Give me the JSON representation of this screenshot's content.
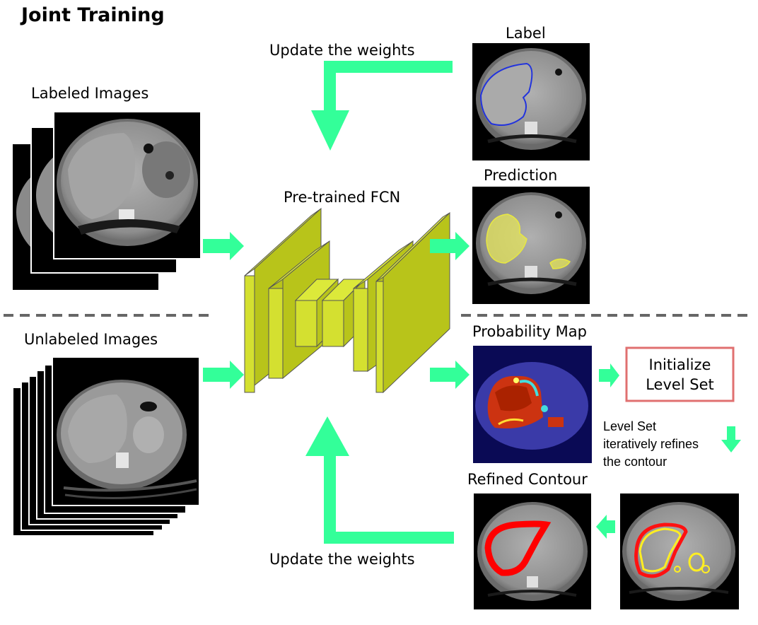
{
  "title": "Joint Training",
  "labels": {
    "labeled_images": "Labeled Images",
    "unlabeled_images": "Unlabeled Images",
    "update_top": "Update the weights",
    "update_bottom": "Update the weights",
    "label": "Label",
    "prediction": "Prediction",
    "pretrained_fcn": "Pre-trained FCN",
    "probability_map": "Probability Map",
    "refined_contour": "Refined Contour"
  },
  "init_box": {
    "line1": "Initialize",
    "line2": "Level Set"
  },
  "level_set_note": [
    "Level Set",
    "iteratively refines",
    "the contour"
  ],
  "colors": {
    "arrow": "#33ff99",
    "fcn_face": "#b8c41a",
    "fcn_side": "#dce93a",
    "box_border": "#e07070",
    "divider": "#666666",
    "label_contour": "#2233dd",
    "prediction_fill": "#e4e45a",
    "refined_contour": "#ff0000"
  }
}
